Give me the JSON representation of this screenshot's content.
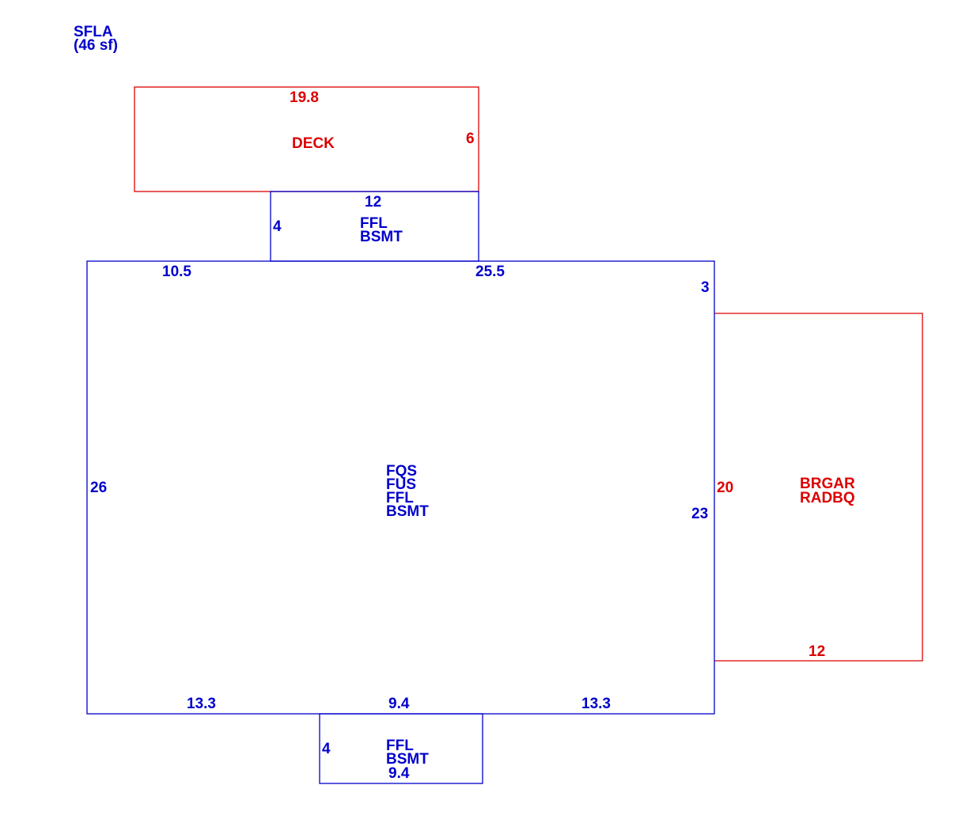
{
  "colors": {
    "living_area": "#0000cc",
    "other_area": "#dd0000"
  },
  "summary": {
    "line1": "SFLA",
    "line2": "(46 sf)"
  },
  "areas": {
    "deck": {
      "codes": [
        "DECK"
      ],
      "dims": {
        "top": "19.8",
        "right": "6"
      }
    },
    "rear_addition": {
      "codes": [
        "FFL",
        "BSMT"
      ],
      "dims": {
        "top": "12",
        "left": "4"
      }
    },
    "main": {
      "codes": [
        "FQS",
        "FUS",
        "FFL",
        "BSMT"
      ],
      "dims": {
        "top_left": "10.5",
        "top_right": "25.5",
        "right_upper": "3",
        "left": "26",
        "right_lower": "23",
        "bottom_left": "13.3",
        "bottom_middle": "9.4",
        "bottom_right": "13.3"
      }
    },
    "garage": {
      "codes": [
        "BRGAR",
        "RADBQ"
      ],
      "dims": {
        "left": "20",
        "bottom": "12"
      }
    },
    "front_addition": {
      "codes": [
        "FFL",
        "BSMT"
      ],
      "dims": {
        "left": "4",
        "bottom": "9.4"
      }
    }
  }
}
